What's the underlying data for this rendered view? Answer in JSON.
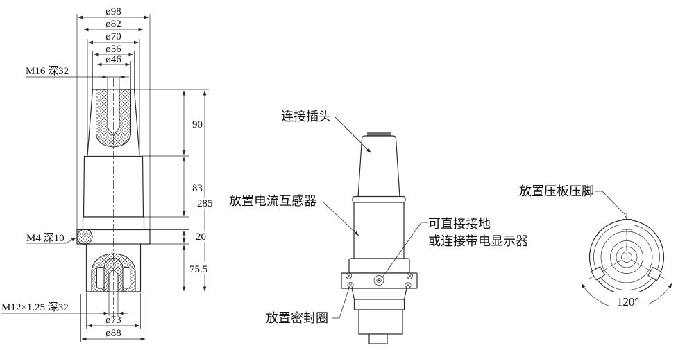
{
  "drawing_labels": {
    "left": {
      "dia": {
        "d98": "ø98",
        "d82": "ø82",
        "d70": "ø70",
        "d56": "ø56",
        "d46": "ø46",
        "d73": "ø73",
        "d88": "ø88"
      },
      "thread": {
        "m16": "M16 深32",
        "m4": "M4 深10",
        "m12": "M12×1.25 深32"
      },
      "len": {
        "l90": "90",
        "l83": "83",
        "l20": "20",
        "l755": "75.5",
        "l285": "285"
      }
    },
    "middle": {
      "plug": "连接插头",
      "ct": "放置电流互感器",
      "ground1": "可直接接地",
      "ground2": "或连接带电显示器",
      "seal": "放置密封圈"
    },
    "right": {
      "foot": "放置压板压脚",
      "angle": "120°"
    },
    "colors": {
      "line": "#2a2a2a",
      "cap_gray": "#6e6e6e",
      "background": "#ffffff"
    }
  }
}
